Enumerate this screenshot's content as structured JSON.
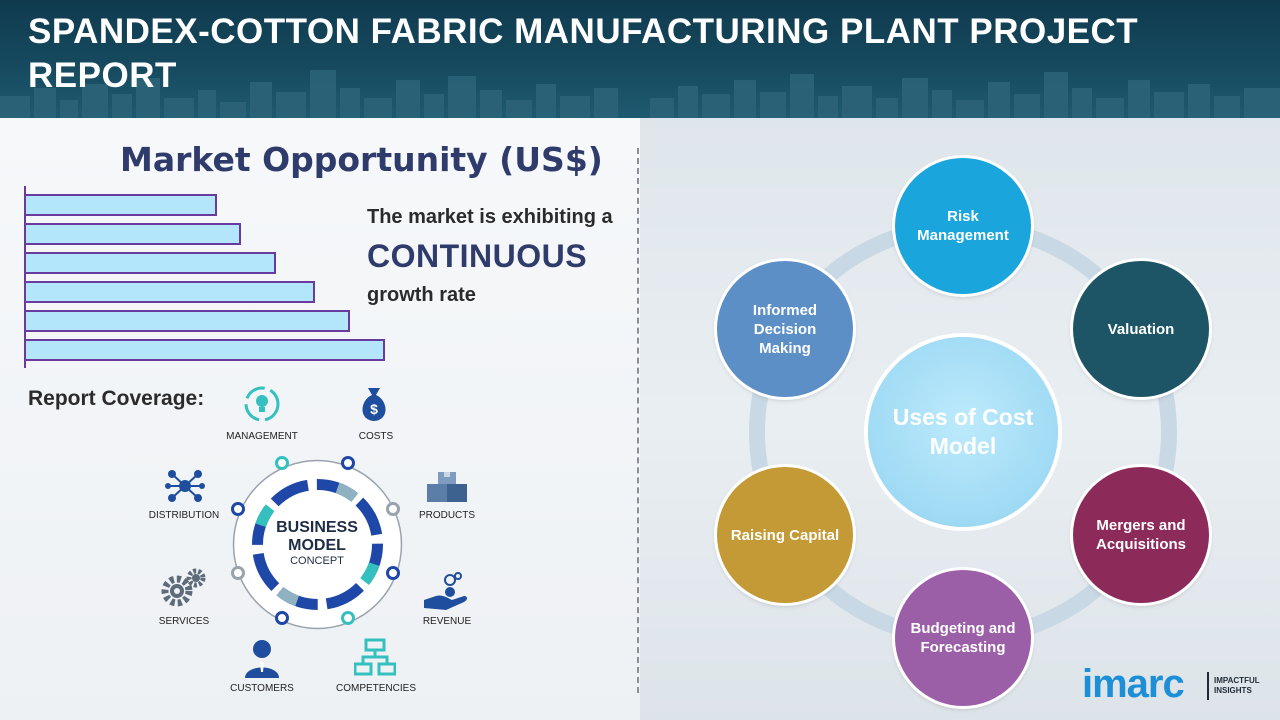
{
  "header": {
    "title": "SPANDEX-COTTON FABRIC MANUFACTURING PLANT PROJECT REPORT"
  },
  "market": {
    "title": "Market Opportunity (US$)",
    "line1": "The market is exhibiting a",
    "line2": "CONTINUOUS",
    "line3": "growth rate",
    "bar_levels": [
      0.49,
      0.55,
      0.64,
      0.74,
      0.83,
      0.92
    ]
  },
  "coverage": {
    "label": "Report Coverage:",
    "center_line1": "BUSINESS",
    "center_line2": "MODEL",
    "center_line3": "CONCEPT",
    "items": [
      "MANAGEMENT",
      "COSTS",
      "DISTRIBUTION",
      "PRODUCTS",
      "SERVICES",
      "REVENUE",
      "CUSTOMERS",
      "COMPETENCIES"
    ],
    "icons": [
      "lightbulb-cycle-icon",
      "money-bag-icon",
      "network-icon",
      "boxes-icon",
      "gears-icon",
      "hand-coins-icon",
      "customer-icon",
      "hierarchy-icon"
    ]
  },
  "cost_model": {
    "center": "Uses of Cost Model",
    "items": [
      {
        "label": "Risk Management",
        "color": "#1aa6dd"
      },
      {
        "label": "Valuation",
        "color": "#1d5566"
      },
      {
        "label": "Mergers and Acquisitions",
        "color": "#8c2a5a"
      },
      {
        "label": "Budgeting and Forecasting",
        "color": "#9b5fa7"
      },
      {
        "label": "Raising Capital",
        "color": "#c49a36"
      },
      {
        "label": "Informed Decision Making",
        "color": "#5d8fc7"
      }
    ]
  },
  "logo": {
    "mark": "imarc",
    "tag": "IMPACTFUL INSIGHTS"
  }
}
